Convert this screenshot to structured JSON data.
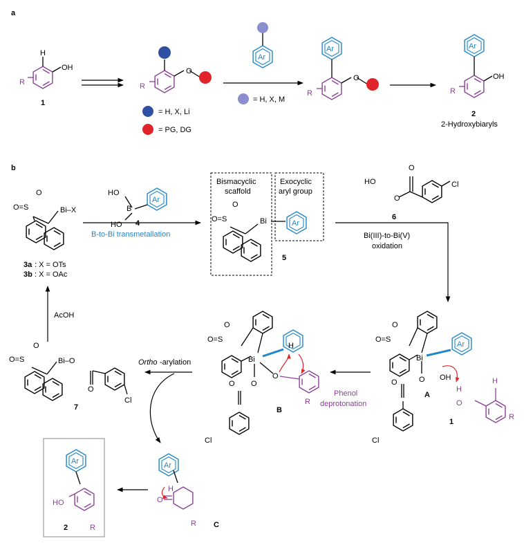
{
  "panel_a": {
    "label": "a",
    "compound1": {
      "number": "1",
      "oh": "OH",
      "h": "H",
      "r": "R"
    },
    "intermediate": {
      "r": "R",
      "o": "O"
    },
    "legend": {
      "blue": "= H, X, Li",
      "red": "= PG, DG"
    },
    "reagent": {
      "ar": "Ar",
      "legend": "= H, X, M"
    },
    "coupled": {
      "ar": "Ar",
      "r": "R",
      "o": "O"
    },
    "product": {
      "ar": "Ar",
      "oh": "OH",
      "r": "R",
      "number": "2",
      "name": "2-Hydroxybiaryls"
    },
    "colors": {
      "blue_dot": "#2e4fa3",
      "red_dot": "#e0242a",
      "lavender_dot": "#8b8fd0",
      "purple": "#8a3f97",
      "blue": "#1f86c8"
    }
  },
  "panel_b": {
    "label": "b",
    "c3": {
      "so2": "O=S",
      "o_top": "O",
      "bi": "Bi–X",
      "label_a_bold": "3a",
      "label_a": ": X = OTs",
      "label_b_bold": "3b",
      "label_b": ": X = OAc"
    },
    "c4": {
      "ho1": "HO",
      "ho2": "HO",
      "b": "B",
      "ar": "Ar",
      "number": "4"
    },
    "step1": "B-to-Bi transmetallation",
    "c5": {
      "box1_l1": "Bismacyclic",
      "box1_l2": "scaffold",
      "box2_l1": "Exocyclic",
      "box2_l2": "aryl group",
      "bi": "Bi",
      "ar": "Ar",
      "so2": "O=S",
      "o_top": "O",
      "number": "5"
    },
    "c6": {
      "ho": "HO",
      "o1": "O",
      "o_carbonyl": "O",
      "cl": "Cl",
      "number": "6"
    },
    "step2_l1": "Bi(III)-to-Bi(V)",
    "step2_l2": "oxidation",
    "cA": {
      "so2": "O=S",
      "o_top": "O",
      "bi": "Bi",
      "ar": "Ar",
      "oh": "OH",
      "o1": "O",
      "o2": "O",
      "cl": "Cl",
      "label": "A"
    },
    "c1b": {
      "h": "H",
      "h2": "H",
      "o": "O",
      "r": "R",
      "number": "1"
    },
    "step3_l1": "Phenol",
    "step3_l2": "deprotonation",
    "cB": {
      "so2": "O=S",
      "o_top": "O",
      "bi": "Bi",
      "h": "H",
      "o": "O",
      "o1": "O",
      "o2": "O",
      "r": "R",
      "cl": "Cl",
      "label": "B"
    },
    "step4_italic": "Ortho",
    "step4_rest": "-arylation",
    "c7": {
      "so2": "O=S",
      "o_top": "O",
      "bi": "Bi–O",
      "o2": "O",
      "cl": "Cl",
      "number": "7"
    },
    "step5": "AcOH",
    "cC": {
      "ar": "Ar",
      "h": "H",
      "o": "O",
      "r": "R",
      "label": "C"
    },
    "c2b": {
      "ar": "Ar",
      "ho": "HO",
      "r": "R",
      "number": "2"
    }
  }
}
